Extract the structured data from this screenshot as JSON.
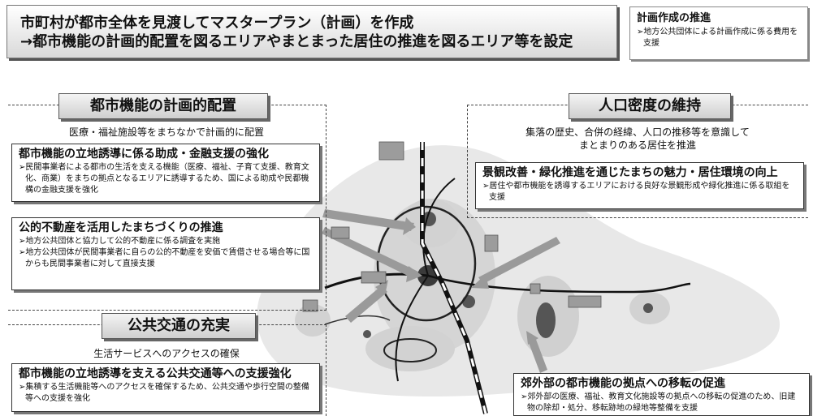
{
  "banner": {
    "line1": "市町村が都市全体を見渡してマスタープラン（計画）を作成",
    "line2": "→都市機能の計画的配置を図るエリアやまとまった居住の推進を図るエリア等を設定"
  },
  "side_box": {
    "title": "計画作成の推進",
    "bullet": "➢地方公共団体による計画作成に係る費用を支援"
  },
  "section_planning": {
    "heading": "都市機能の計画的配置",
    "subtitle": "医療・福祉施設等をまちなかで計画的に配置",
    "card1_title": "都市機能の立地誘導に係る助成・金融支援の強化",
    "card1_body": "➢民間事業者による都市の生活を支える機能（医療、福祉、子育て支援、教育文化、商業）をまちの拠点となるエリアに誘導するため、国による助成や民都機構の金融支援を強化",
    "card2_title": "公的不動産を活用したまちづくりの推進",
    "card2_bullet1": "➢地方公共団体と協力して公的不動産に係る調査を実施",
    "card2_bullet2": "➢地方公共団体が民間事業者に自らの公的不動産を安価で賃借させる場合等に国からも民間事業者に対して直接支援"
  },
  "section_population": {
    "heading": "人口密度の維持",
    "subtitle_line1": "集落の歴史、合併の経緯、人口の推移等を意識して",
    "subtitle_line2": "まとまりのある居住を推進",
    "card_title": "景観改善・緑化推進を通じたまちの魅力・居住環境の向上",
    "card_body": "➢居住や都市機能を誘導するエリアにおける良好な景観形成や緑化推進に係る取組を支援"
  },
  "section_transit": {
    "heading": "公共交通の充実",
    "subtitle": "生活サービスへのアクセスの確保",
    "card_title": "都市機能の立地誘導を支える公共交通等への支援強化",
    "card_body": "➢集積する生活機能等へのアクセスを確保するため、公共交通や歩行空間の整備等への支援を強化"
  },
  "section_suburb": {
    "card_title": "郊外部の都市機能の拠点への移転の促進",
    "card_body": "➢郊外部の医療、福祉、教育文化施設等の拠点への移転の促進のため、旧建物の除却・処分、移転跡地の緑地等整備を支援"
  },
  "colors": {
    "heading_bg": "#dcdcdc",
    "map_bg": "#e6e6e6",
    "arrow": "#9a9a9a",
    "road": "#1a1a1a"
  }
}
